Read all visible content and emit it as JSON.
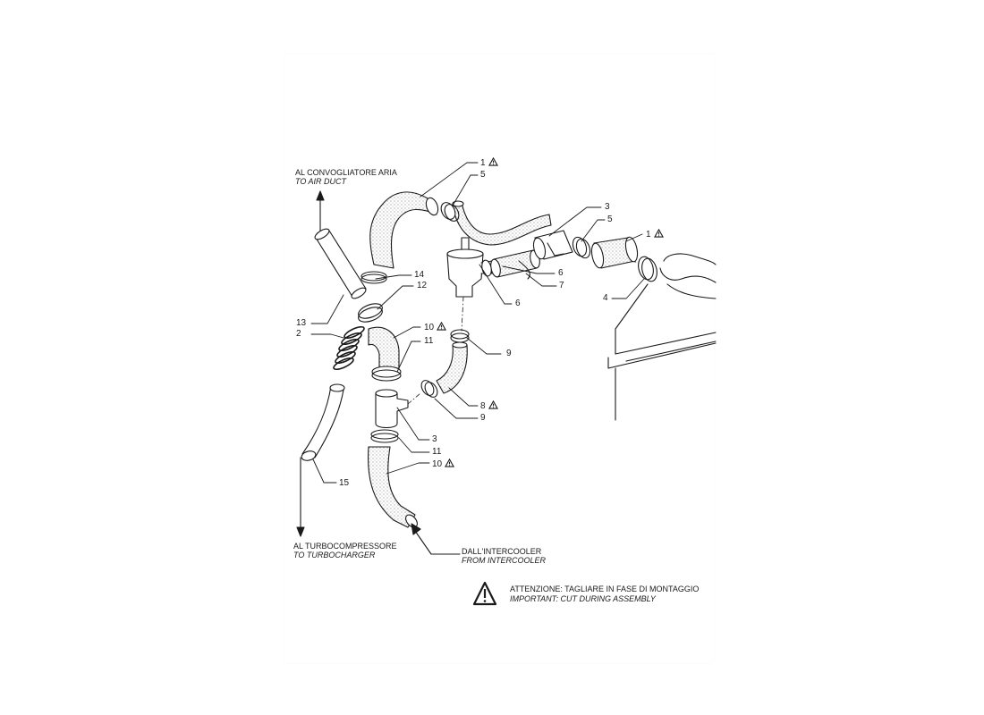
{
  "labels": {
    "to_air_duct_it": "AL CONVOGLIATORE ARIA",
    "to_air_duct_en": "TO AIR DUCT",
    "to_turbo_it": "AL TURBOCOMPRESSORE",
    "to_turbo_en": "TO TURBOCHARGER",
    "from_inter_it": "DALL'INTERCOOLER",
    "from_inter_en": "FROM INTERCOOLER"
  },
  "callouts": {
    "c1a": "1",
    "c5a": "5",
    "c3a": "3",
    "c5b": "5",
    "c1b": "1",
    "c6a": "6",
    "c7": "7",
    "c4": "4",
    "c14": "14",
    "c12": "12",
    "c6b": "6",
    "c13": "13",
    "c10a": "10",
    "c2": "2",
    "c11a": "11",
    "c9a": "9",
    "c8": "8",
    "c9b": "9",
    "c3b": "3",
    "c11b": "11",
    "c10b": "10",
    "c15": "15"
  },
  "note": {
    "it": "ATTENZIONE: TAGLIARE IN FASE DI MONTAGGIO",
    "en": "IMPORTANT: CUT DURING ASSEMBLY"
  },
  "colors": {
    "ink": "#1a1a1a",
    "stipple": "#8a8a8a",
    "paper": "#ffffff"
  }
}
